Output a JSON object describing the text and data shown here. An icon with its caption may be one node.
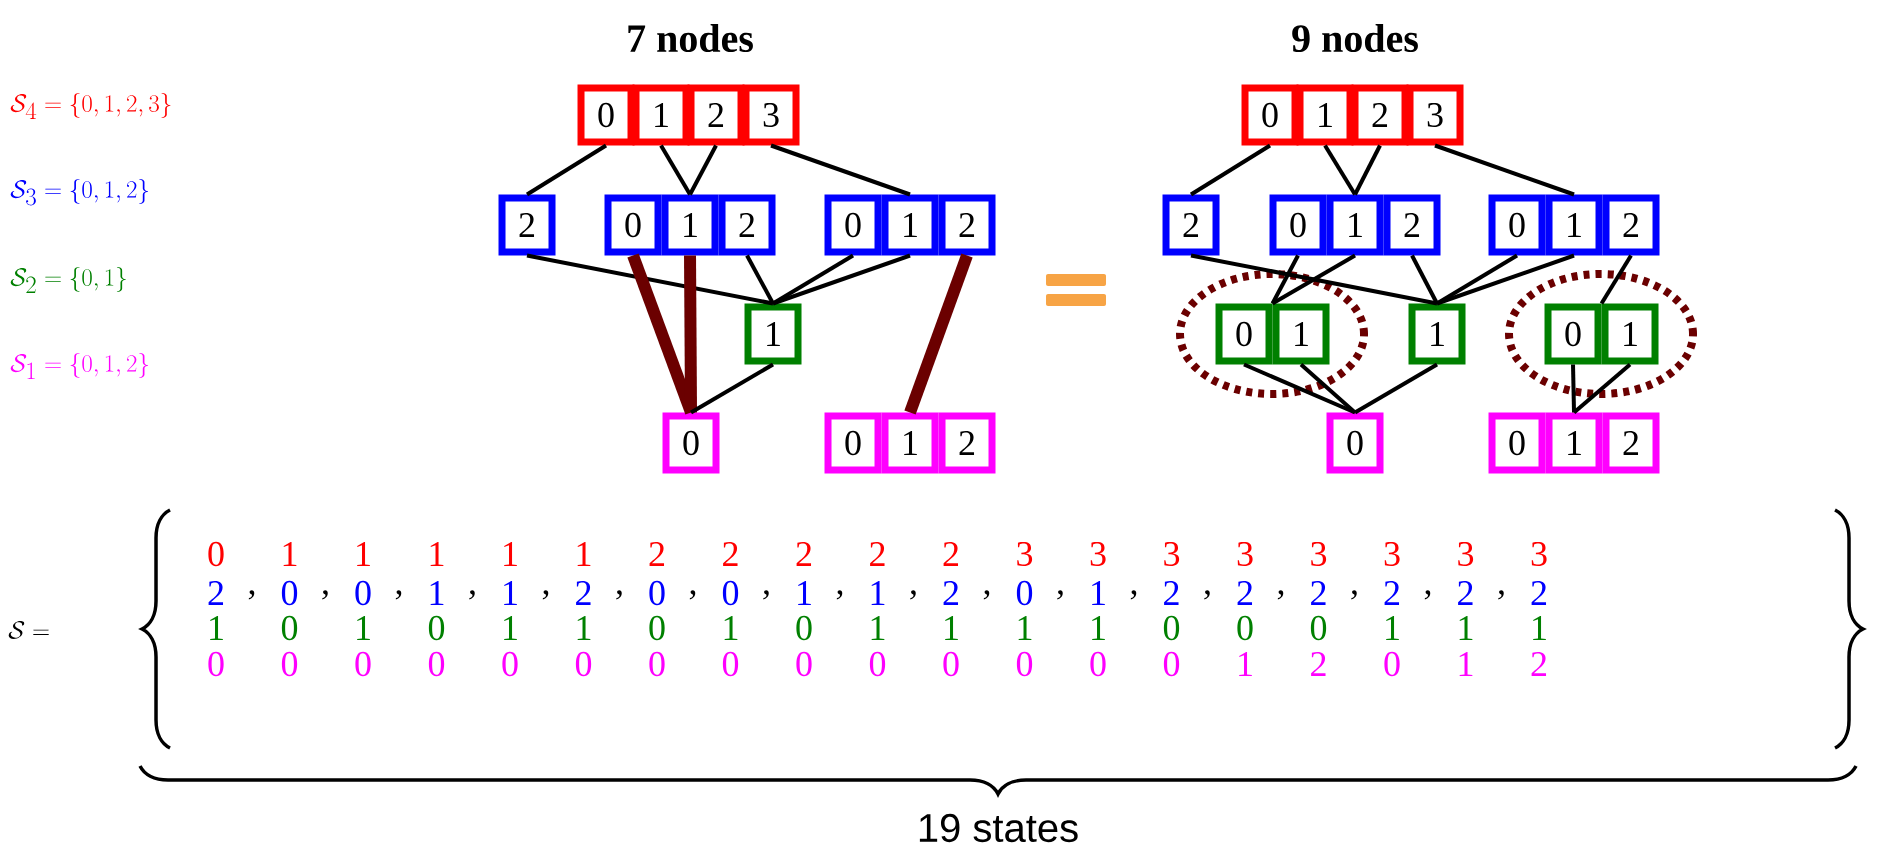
{
  "diagram": {
    "nodes": [
      {
        "text": [
          "0"
        ]
      },
      {
        "text": [
          "1"
        ]
      },
      {
        "text": [
          "2"
        ]
      },
      {
        "text": [
          "3"
        ]
      },
      {
        "text": [
          "2"
        ]
      },
      {
        "text": [
          "0"
        ]
      },
      {
        "text": [
          "1"
        ]
      },
      {
        "text": [
          "2"
        ]
      },
      {
        "text": [
          "0"
        ]
      },
      {
        "text": [
          "1"
        ]
      },
      {
        "text": [
          "2"
        ]
      },
      {
        "text": [
          "1"
        ]
      },
      {
        "text": [
          "0"
        ]
      },
      {
        "text": [
          "0"
        ]
      },
      {
        "text": [
          "1"
        ]
      },
      {
        "text": [
          "2"
        ]
      },
      {
        "text": [
          "0"
        ]
      },
      {
        "text": [
          "1"
        ]
      },
      {
        "text": [
          "2"
        ]
      },
      {
        "text": [
          "3"
        ]
      },
      {
        "text": [
          "2"
        ]
      },
      {
        "text": [
          "0"
        ]
      },
      {
        "text": [
          "1"
        ]
      },
      {
        "text": [
          "2"
        ]
      },
      {
        "text": [
          "0"
        ]
      },
      {
        "text": [
          "1"
        ]
      },
      {
        "text": [
          "2"
        ]
      },
      {
        "text": [],
        "shape": "ellipse"
      },
      {
        "text": [
          "0"
        ],
        "in": 27
      },
      {
        "text": [
          "1"
        ],
        "in": 27
      },
      {
        "text": [
          "1"
        ]
      },
      {
        "text": [],
        "shape": "ellipse"
      },
      {
        "text": [
          "0"
        ],
        "in": 31
      },
      {
        "text": [
          "1"
        ],
        "in": 31
      },
      {
        "text": [
          "0"
        ]
      },
      {
        "text": [
          "0"
        ]
      },
      {
        "text": [
          "1"
        ]
      },
      {
        "text": [
          "2"
        ]
      }
    ],
    "edges": [
      {
        "from": 0,
        "to": 4,
        "arrow": "none"
      },
      {
        "from": 1,
        "to": 6,
        "arrow": "none"
      },
      {
        "from": 2,
        "to": 6,
        "arrow": "none"
      },
      {
        "from": 3,
        "to": 9,
        "arrow": "none"
      },
      {
        "from": 4,
        "to": 11,
        "arrow": "none"
      },
      {
        "from": 5,
        "to": 12,
        "arrow": "none",
        "style": "thick",
        "color": "#6b0000"
      },
      {
        "from": 6,
        "to": 12,
        "arrow": "none",
        "style": "thick",
        "color": "#6b0000"
      },
      {
        "from": 7,
        "to": 11,
        "arrow": "none"
      },
      {
        "from": 8,
        "to": 11,
        "arrow": "none"
      },
      {
        "from": 9,
        "to": 11,
        "arrow": "none"
      },
      {
        "from": 10,
        "to": 14,
        "arrow": "none",
        "style": "thick",
        "color": "#6b0000"
      },
      {
        "from": 11,
        "to": 12,
        "arrow": "none"
      },
      {
        "from": 16,
        "to": 20,
        "arrow": "none"
      },
      {
        "from": 17,
        "to": 22,
        "arrow": "none"
      },
      {
        "from": 18,
        "to": 22,
        "arrow": "none"
      },
      {
        "from": 19,
        "to": 25,
        "arrow": "none"
      },
      {
        "from": 20,
        "to": 30,
        "arrow": "none"
      },
      {
        "from": 21,
        "to": 29,
        "arrow": "none"
      },
      {
        "from": 22,
        "to": 29,
        "arrow": "none"
      },
      {
        "from": 23,
        "to": 30,
        "arrow": "none"
      },
      {
        "from": 24,
        "to": 30,
        "arrow": "none"
      },
      {
        "from": 25,
        "to": 30,
        "arrow": "none"
      },
      {
        "from": 26,
        "to": 33,
        "arrow": "none"
      },
      {
        "from": 28,
        "to": 34,
        "arrow": "none"
      },
      {
        "from": 29,
        "to": 34,
        "arrow": "none"
      },
      {
        "from": 30,
        "to": 34,
        "arrow": "none"
      },
      {
        "from": 32,
        "to": 36,
        "arrow": "none"
      },
      {
        "from": 33,
        "to": 36,
        "arrow": "none"
      }
    ],
    "labels": [
      "7 nodes",
      "9 nodes",
      "\\mathcal{S}_4 = \\{0, 1, 2, 3\\}",
      "\\mathcal{S}_3 = \\{0, 1, 2\\}",
      "\\mathcal{S}_2 = \\{0, 1\\}",
      "\\mathcal{S}_1 = \\{0, 1, 2\\}",
      "\\mathcal{S} =",
      "0",
      "1",
      "1",
      "1",
      "1",
      "1",
      "2",
      "2",
      "2",
      "2",
      "2",
      "3",
      "3",
      "3",
      "3",
      "3",
      "3",
      "3",
      "3",
      "2",
      ",",
      "0",
      ",",
      "0",
      ",",
      "1",
      ",",
      "1",
      ",",
      "2",
      ",",
      "0",
      ",",
      "0",
      ",",
      "1",
      ",",
      "1",
      ",",
      "2",
      ",",
      "0",
      ",",
      "1",
      ",",
      "2",
      ",",
      "2",
      ",",
      "2",
      ",",
      "2",
      ",",
      "2",
      ",",
      "2",
      "1",
      "0",
      "1",
      "0",
      "1",
      "1",
      "0",
      "1",
      "0",
      "1",
      "1",
      "1",
      "1",
      "0",
      "0",
      "0",
      "1",
      "1",
      "1",
      "0",
      "0",
      "0",
      "0",
      "0",
      "0",
      "0",
      "0",
      "0",
      "0",
      "0",
      "0",
      "0",
      "0",
      "1",
      "2",
      "0",
      "1",
      "2",
      "19 states"
    ]
  }
}
